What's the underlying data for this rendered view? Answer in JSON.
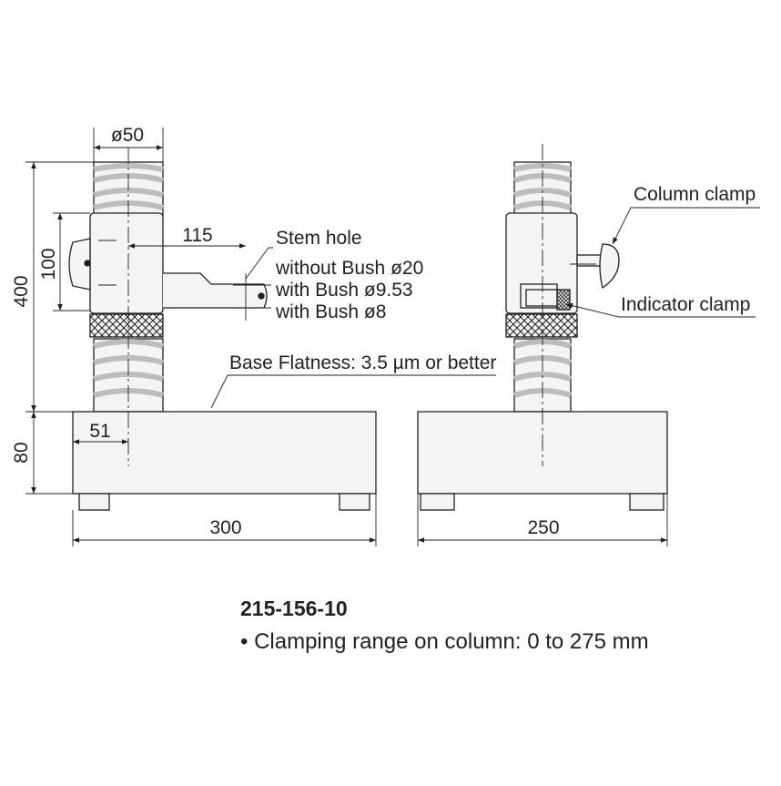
{
  "dimensions": {
    "column_diameter": "ø50",
    "total_height": "400",
    "holder_height": "100",
    "arm_reach": "115",
    "column_offset": "51",
    "base_height": "80",
    "base_width": "300",
    "base_depth": "250"
  },
  "labels": {
    "stem_hole": "Stem hole",
    "without_bush": "without Bush ø20",
    "with_bush_953": "with Bush ø9.53",
    "with_bush_8": "with Bush ø8",
    "base_flatness": "Base Flatness: 3.5 µm or better",
    "column_clamp": "Column clamp",
    "indicator_clamp": "Indicator clamp"
  },
  "product": {
    "model": "215-156-10",
    "note": "• Clamping range on column: 0 to 275 mm"
  },
  "colors": {
    "line": "#231f20",
    "fill": "#f4f4f4",
    "thread": "#bdbdbd"
  }
}
